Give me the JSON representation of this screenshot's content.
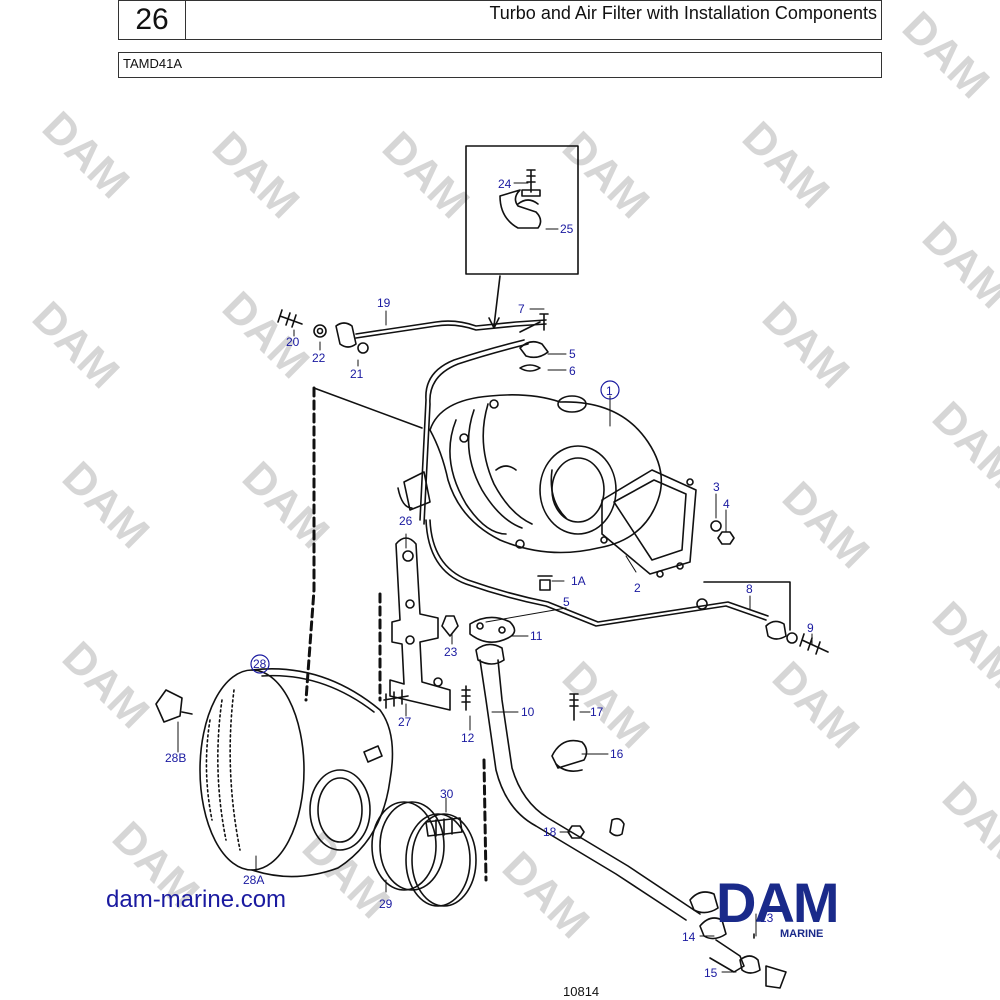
{
  "header": {
    "page_number": "26",
    "title": "Turbo and Air Filter with Installation Components",
    "model": "TAMD41A"
  },
  "watermark": "DAM",
  "callouts": {
    "c1": "1",
    "c1A": "1A",
    "c2": "2",
    "c3": "3",
    "c4": "4",
    "c5a": "5",
    "c5b": "5",
    "c6": "6",
    "c7": "7",
    "c8": "8",
    "c9": "9",
    "c10": "10",
    "c11": "11",
    "c12": "12",
    "c13": "13",
    "c14": "14",
    "c15": "15",
    "c16": "16",
    "c17": "17",
    "c18": "18",
    "c19": "19",
    "c20": "20",
    "c21": "21",
    "c22": "22",
    "c23": "23",
    "c24": "24",
    "c25": "25",
    "c26": "26",
    "c27": "27",
    "c28": "28",
    "c28A": "28A",
    "c28B": "28B",
    "c29": "29",
    "c30": "30"
  },
  "footer": {
    "website": "dam-marine.com",
    "figure_number": "10814",
    "logo_text": "DAM",
    "logo_subtext": "MARINE"
  },
  "colors": {
    "label_blue": "#1a1aa0",
    "logo_blue": "#1a2a8a",
    "line": "#111111",
    "watermark": "#d6d6d6"
  }
}
